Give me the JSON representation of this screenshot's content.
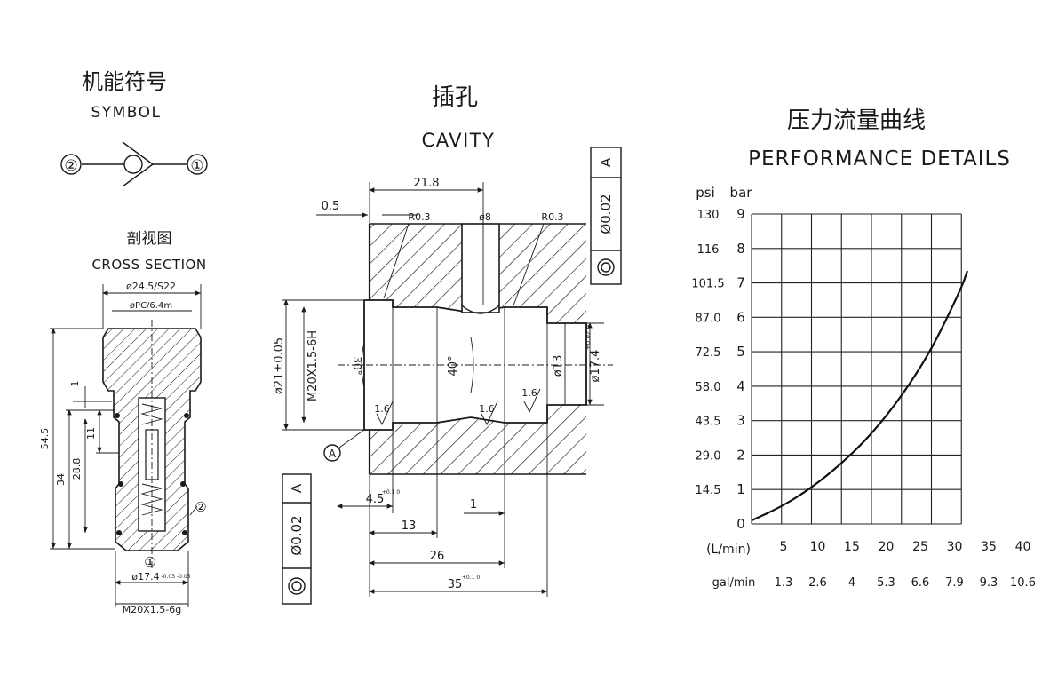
{
  "symbol": {
    "title_cn": "机能符号",
    "title_en": "SYMBOL",
    "port_left": "②",
    "port_right": "①"
  },
  "cross_section": {
    "title_cn": "剖视图",
    "title_en": "CROSS SECTION",
    "dim_top": "ø24.5/S22",
    "dim_top2": "øPC/6.4m",
    "dim_545": "54.5",
    "dim_34": "34",
    "dim_288": "28.8",
    "dim_11": "11",
    "dim_1": "1",
    "port1": "①",
    "port2": "②",
    "dim_bottom": "ø17.4",
    "dim_bottom_tol": "-0.03\n-0.05",
    "thread": "M20X1.5-6g"
  },
  "cavity": {
    "title_cn": "插孔",
    "title_en": "CAVITY",
    "d_218": "21.8",
    "d_05": "0.5",
    "r03a": "R0.3",
    "r03b": "R0.3",
    "d_8": "ø8",
    "d_21": "ø21±0.05",
    "thread": "M20X1.5-6H",
    "ang30": "30°",
    "ang40": "40°",
    "d_13": "ø13",
    "d_174": "ø17.4",
    "d_174_tol": "+0.02\n0",
    "d_16a": "1.6",
    "d_16b": "1.6",
    "d_16c": "1.6",
    "datum": "A",
    "d_45": "4.5",
    "d_45_tol": "+0.1\n0",
    "d_13b": "13",
    "d_1": "1",
    "d_26": "26",
    "d_35": "35",
    "d_35_tol": "+0.1\n0",
    "tol_value": "Ø0.02",
    "tol_datum": "A"
  },
  "chart_data": {
    "type": "line",
    "title_cn": "压力流量曲线",
    "title": "PERFORMANCE DETAILS",
    "ylabel_psi": "psi",
    "ylabel_bar": "bar",
    "xlabel_lmin": "(L/min)",
    "xlabel_galmin": "gal/min",
    "x_ticks": [
      "5",
      "10",
      "15",
      "20",
      "25",
      "30",
      "35",
      "40"
    ],
    "x_ticks_gal": [
      "1.3",
      "2.6",
      "4",
      "5.3",
      "6.6",
      "7.9",
      "9.3",
      "10.6"
    ],
    "y_ticks_bar": [
      "0",
      "1",
      "2",
      "3",
      "4",
      "5",
      "6",
      "7",
      "8",
      "9"
    ],
    "y_ticks_psi": [
      "",
      "14.5",
      "29.0",
      "43.5",
      "58.0",
      "72.5",
      "87.0",
      "101.5",
      "116",
      "130"
    ],
    "xlim": [
      0,
      40
    ],
    "ylim": [
      0,
      9
    ],
    "grid": true,
    "series": [
      {
        "x": [
          0,
          5,
          10,
          15,
          20,
          25,
          30,
          35,
          36
        ],
        "y": [
          0.1,
          0.5,
          1.05,
          1.75,
          2.6,
          3.7,
          5.05,
          6.85,
          7.35
        ]
      }
    ]
  }
}
